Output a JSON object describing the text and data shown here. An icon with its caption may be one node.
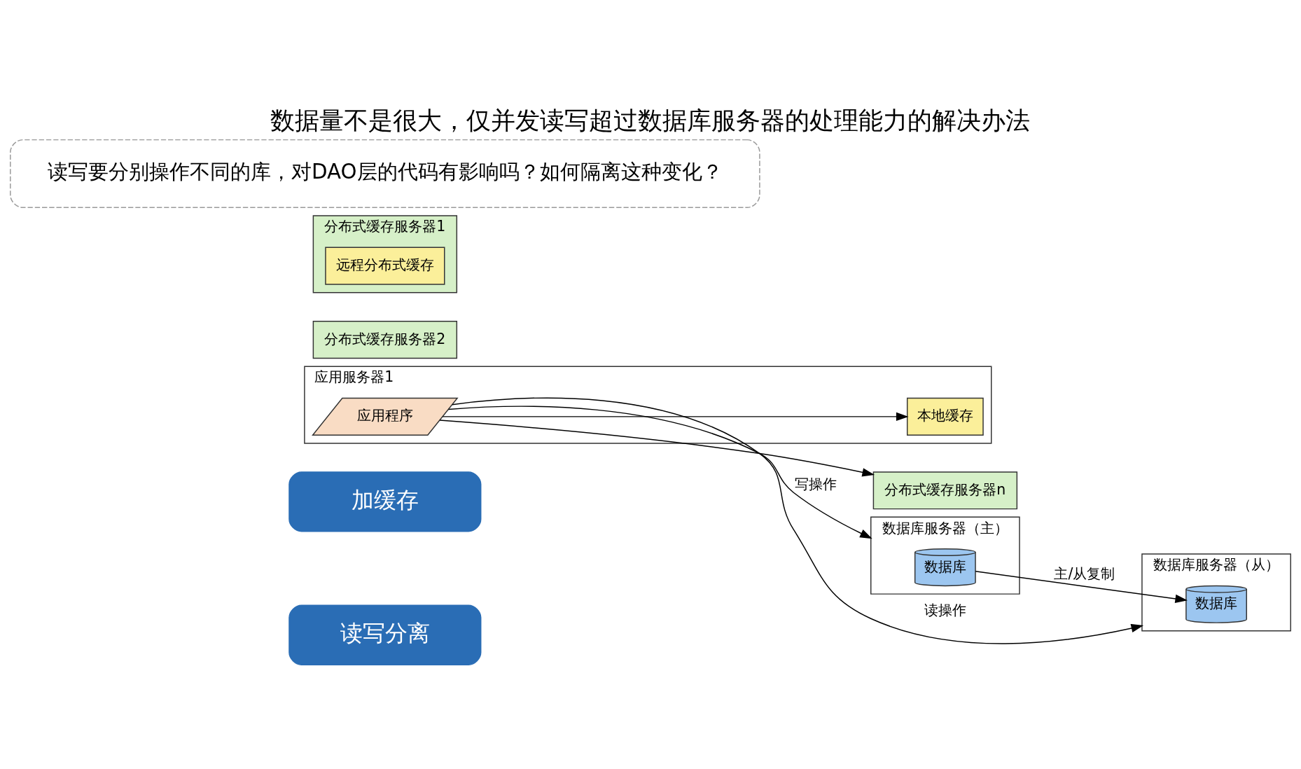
{
  "diagram": {
    "title": "数据量不是很大，仅并发读写超过数据库服务器的处理能力的解决办法",
    "nodes": [
      {
        "text": [
          "加缓存"
        ]
      },
      {
        "text": [
          "读写分离"
        ]
      },
      {
        "text": [
          "应用服务器1"
        ]
      },
      {
        "text": [
          "应用程序"
        ],
        "in": 2
      },
      {
        "text": [
          "本地缓存"
        ],
        "in": 2
      },
      {
        "text": [
          "分布式缓存服务器n"
        ]
      },
      {
        "text": [
          "分布式缓存服务器2"
        ]
      },
      {
        "text": [
          "分布式缓存服务器1"
        ]
      },
      {
        "text": [
          "远程分布式缓存"
        ],
        "in": 7
      },
      {
        "text": [
          "数据库服务器（主）"
        ]
      },
      {
        "text": [
          "数据库"
        ],
        "in": 9
      },
      {
        "text": [
          "数据库服务器（从）"
        ]
      },
      {
        "text": [
          "数据库"
        ],
        "in": 11
      },
      {
        "text": [
          "读写要分别操作不同的库，对DAO层的代码有影响吗？如何隔离这种变化？"
        ]
      }
    ],
    "edges": [
      {
        "from": 3,
        "to": 4,
        "arrow": "to"
      },
      {
        "from": 3,
        "to": 5,
        "arrow": "to"
      },
      {
        "from": 3,
        "to": 9,
        "arrow": "to",
        "label": "写操作"
      },
      {
        "from": 3,
        "to": 11,
        "arrow": "to",
        "label": "读操作"
      },
      {
        "from": 10,
        "to": 12,
        "arrow": "to",
        "label": "主/从复制"
      }
    ]
  }
}
